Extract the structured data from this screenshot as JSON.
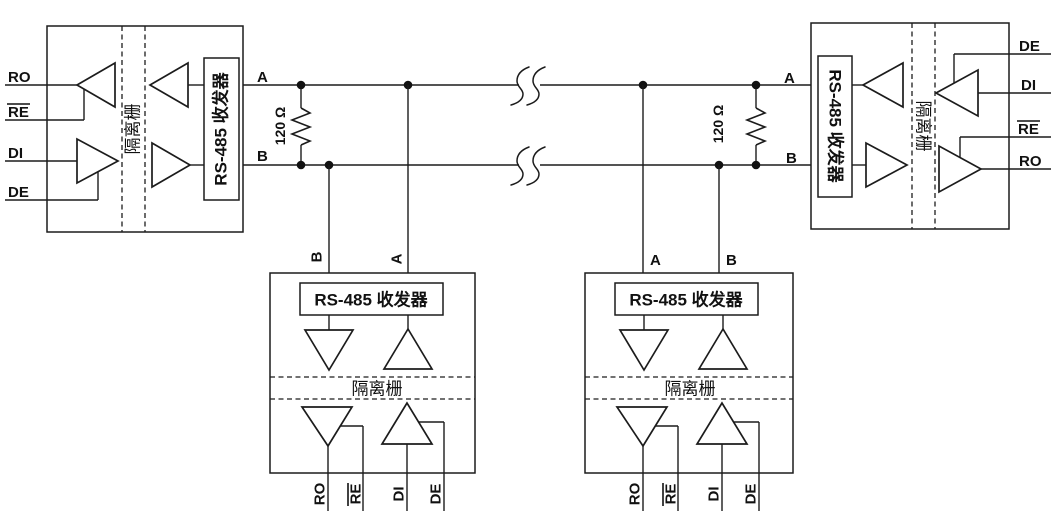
{
  "nodes": {
    "left": {
      "pins": {
        "ro": "RO",
        "re": "RE",
        "di": "DI",
        "de": "DE"
      },
      "barrier": "隔离栅",
      "transceiver": "RS-485 收发器",
      "bus": {
        "a": "A",
        "b": "B"
      }
    },
    "mid_left": {
      "bus": {
        "b": "B",
        "a": "A"
      },
      "transceiver": "RS-485 收发器",
      "barrier": "隔离栅",
      "pins": {
        "ro": "RO",
        "re": "RE",
        "di": "DI",
        "de": "DE"
      }
    },
    "mid_right": {
      "bus": {
        "a": "A",
        "b": "B"
      },
      "transceiver": "RS-485 收发器",
      "barrier": "隔离栅",
      "pins": {
        "ro": "RO",
        "re": "RE",
        "di": "DI",
        "de": "DE"
      }
    },
    "right": {
      "pins": {
        "de": "DE",
        "di": "DI",
        "re": "RE",
        "ro": "RO"
      },
      "barrier": "隔离栅",
      "transceiver": "RS-485 收发器",
      "bus": {
        "a": "A",
        "b": "B"
      }
    }
  },
  "bus": {
    "termination_left": "120 Ω",
    "termination_right": "120 Ω"
  }
}
